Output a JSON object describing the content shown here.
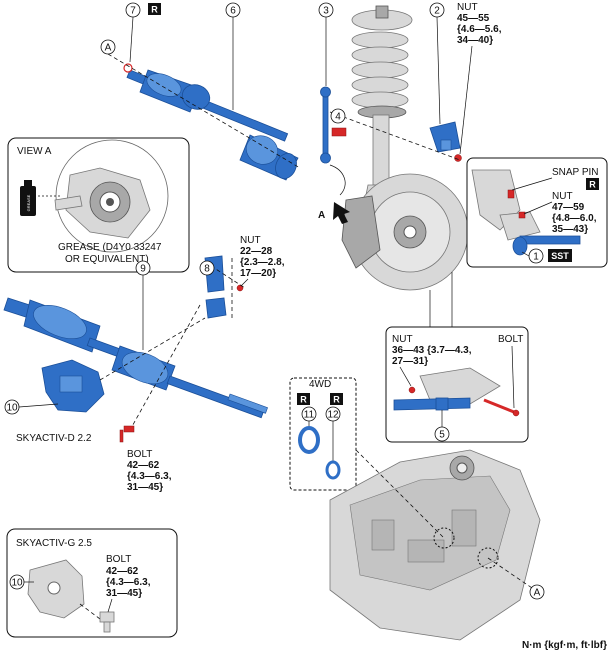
{
  "callouts": {
    "c1": "1",
    "c2": "2",
    "c3": "3",
    "c4": "4",
    "c5": "5",
    "c6": "6",
    "c7": "7",
    "c8": "8",
    "c9": "9",
    "c10": "10",
    "c11": "11",
    "c12": "12",
    "a": "A"
  },
  "badges": {
    "replace": "R",
    "sst": "SST"
  },
  "labels": {
    "view_a": "VIEW A",
    "grease_can": "GREASE",
    "grease_line1": "GREASE (D4Y0 33247",
    "grease_line2": "OR EQUIVALENT)",
    "snap_pin": "SNAP PIN",
    "arrow_a": "A",
    "skyactiv_d": "SKYACTIV-D 2.2",
    "skyactiv_g": "SKYACTIV-G 2.5",
    "four_wd": "4WD",
    "units": "N·m {kgf·m, ft·lbf}"
  },
  "torques": {
    "nut_top": {
      "name": "NUT",
      "line1": "45—55",
      "line2": "{4.6—5.6,",
      "line3": "34—40}"
    },
    "nut_snap": {
      "name": "NUT",
      "line1": "47—59",
      "line2": "{4.8—6.0,",
      "line3": "35—43}"
    },
    "nut_mid": {
      "name": "NUT",
      "line1": "22—28",
      "line2": "{2.3—2.8,",
      "line3": "17—20}"
    },
    "nut_lower": {
      "name": "NUT",
      "line1": "36—43 {3.7—4.3,",
      "line2": "27—31}"
    },
    "bolt_lower": {
      "name": "BOLT"
    },
    "bolt_d": {
      "name": "BOLT",
      "line1": "42—62",
      "line2": "{4.3—6.3,",
      "line3": "31—45}"
    },
    "bolt_g": {
      "name": "BOLT",
      "line1": "42—62",
      "line2": "{4.3—6.3,",
      "line3": "31—45}"
    }
  }
}
